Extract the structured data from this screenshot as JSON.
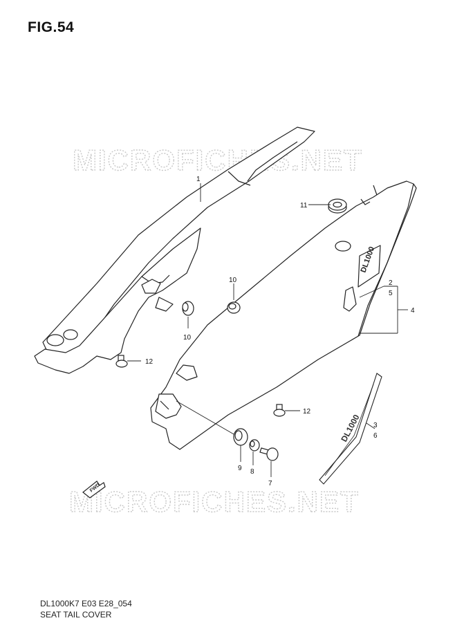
{
  "figure": {
    "title": "FIG.54"
  },
  "watermark": {
    "text": "MICROFICHES.NET",
    "color": "#cfcfcf"
  },
  "callouts": [
    {
      "id": "c1",
      "label": "1"
    },
    {
      "id": "c2",
      "label": "2"
    },
    {
      "id": "c5",
      "label": "5"
    },
    {
      "id": "c4",
      "label": "4"
    },
    {
      "id": "c3",
      "label": "3"
    },
    {
      "id": "c6",
      "label": "6"
    },
    {
      "id": "c7",
      "label": "7"
    },
    {
      "id": "c8",
      "label": "8"
    },
    {
      "id": "c9",
      "label": "9"
    },
    {
      "id": "c10a",
      "label": "10"
    },
    {
      "id": "c10b",
      "label": "10"
    },
    {
      "id": "c11",
      "label": "11"
    },
    {
      "id": "c12a",
      "label": "12"
    },
    {
      "id": "c12b",
      "label": "12"
    }
  ],
  "fwd_label": "FWD",
  "model_code": "DL1000K7 E03 E28_054",
  "caption": "SEAT TAIL COVER"
}
